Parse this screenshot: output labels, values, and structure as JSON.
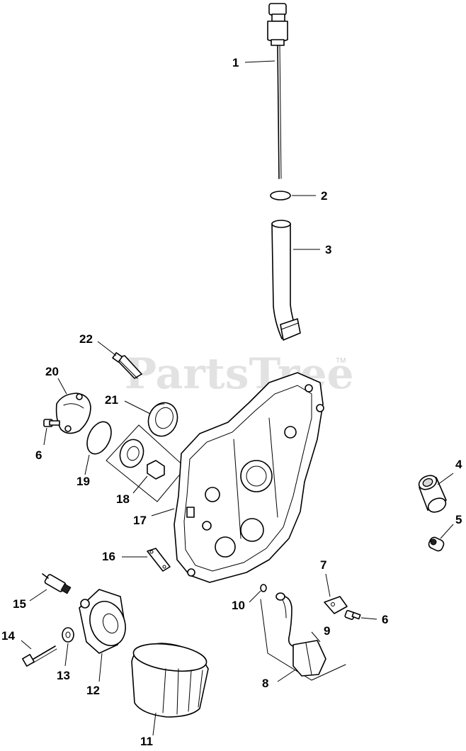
{
  "watermark": {
    "text": "PartsTree",
    "tm": "TM"
  },
  "callouts": [
    {
      "id": "1",
      "label": "1",
      "part": "dipstick"
    },
    {
      "id": "2",
      "label": "2",
      "part": "o-ring"
    },
    {
      "id": "3",
      "label": "3",
      "part": "dipstick-tube"
    },
    {
      "id": "4",
      "label": "4",
      "part": "bushing"
    },
    {
      "id": "5",
      "label": "5",
      "part": "plug"
    },
    {
      "id": "6a",
      "label": "6",
      "part": "screw"
    },
    {
      "id": "6b",
      "label": "6",
      "part": "screw"
    },
    {
      "id": "7",
      "label": "7",
      "part": "bracket"
    },
    {
      "id": "8",
      "label": "8",
      "part": "oil-pickup-kit"
    },
    {
      "id": "9",
      "label": "9",
      "part": "oil-pickup"
    },
    {
      "id": "10",
      "label": "10",
      "part": "o-ring"
    },
    {
      "id": "11",
      "label": "11",
      "part": "oil-filter"
    },
    {
      "id": "12",
      "label": "12",
      "part": "filter-adapter"
    },
    {
      "id": "13",
      "label": "13",
      "part": "washer"
    },
    {
      "id": "14",
      "label": "14",
      "part": "bolt"
    },
    {
      "id": "15",
      "label": "15",
      "part": "oil-pressure-switch"
    },
    {
      "id": "16",
      "label": "16",
      "part": "gasket"
    },
    {
      "id": "17",
      "label": "17",
      "part": "closure-plate"
    },
    {
      "id": "18",
      "label": "18",
      "part": "oil-pump-rotor-kit"
    },
    {
      "id": "19",
      "label": "19",
      "part": "o-ring"
    },
    {
      "id": "20",
      "label": "20",
      "part": "pump-cover"
    },
    {
      "id": "21",
      "label": "21",
      "part": "oil-seal"
    },
    {
      "id": "22",
      "label": "22",
      "part": "stud"
    }
  ]
}
